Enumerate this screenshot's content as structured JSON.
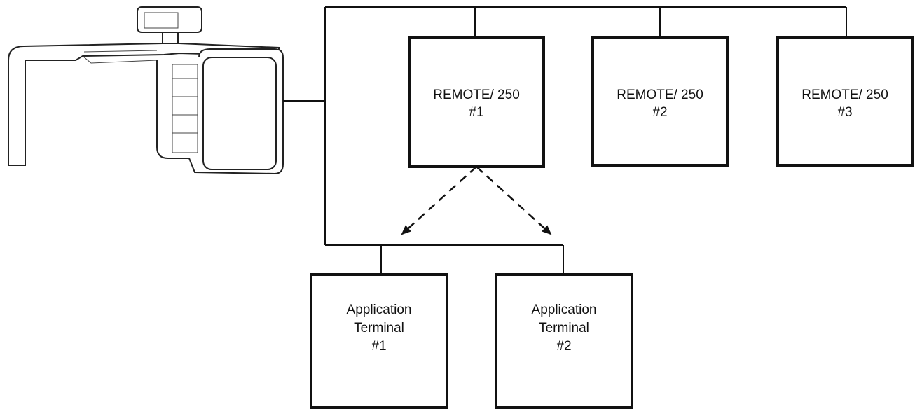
{
  "diagram": {
    "remotes": [
      {
        "line1": "REMOTE/ 250",
        "line2": "#1"
      },
      {
        "line1": "REMOTE/ 250",
        "line2": "#2"
      },
      {
        "line1": "REMOTE/ 250",
        "line2": "#3"
      }
    ],
    "terminals": [
      {
        "line1": "Application",
        "line2": "Terminal",
        "line3": "#1"
      },
      {
        "line1": "Application",
        "line2": "Terminal",
        "line3": "#2"
      }
    ],
    "colors": {
      "line": "#111111",
      "background": "#ffffff"
    },
    "icons": {
      "host": "host-computer-workstation-icon"
    }
  }
}
